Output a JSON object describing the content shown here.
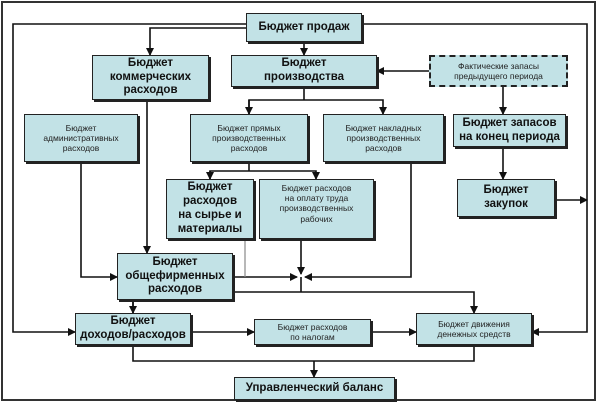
{
  "colors": {
    "box_fill": "#c2e2e6",
    "line": "#111111"
  },
  "boxes": {
    "sales": "Бюджет продаж",
    "commercial": "Бюджет\nкоммерческих\nрасходов",
    "production": "Бюджет\nпроизводства",
    "actual_stocks": "Фактические запасы\nпредыдущего периода",
    "admin": "Бюджет\nадминистративных\nрасходов",
    "direct": "Бюджет прямых\nпроизводственных\nрасходов",
    "overhead": "Бюджет накладных\nпроизводственных\nрасходов",
    "end_stocks": "Бюджет запасов\nна конец периода",
    "materials": "Бюджет\nрасходов\nна сырье и\nматериалы",
    "labor": "Бюджет расходов\nна оплату труда\nпроизводственных\nрабочих",
    "purchases": "Бюджет\nзакупок",
    "general": "Бюджет\nобщефирменных\nрасходов",
    "income": "Бюджет\nдоходов/расходов",
    "taxes": "Бюджет расходов\nпо налогам",
    "cash": "Бюджет движения\nденежных средств",
    "balance": "Управленческий баланс"
  }
}
